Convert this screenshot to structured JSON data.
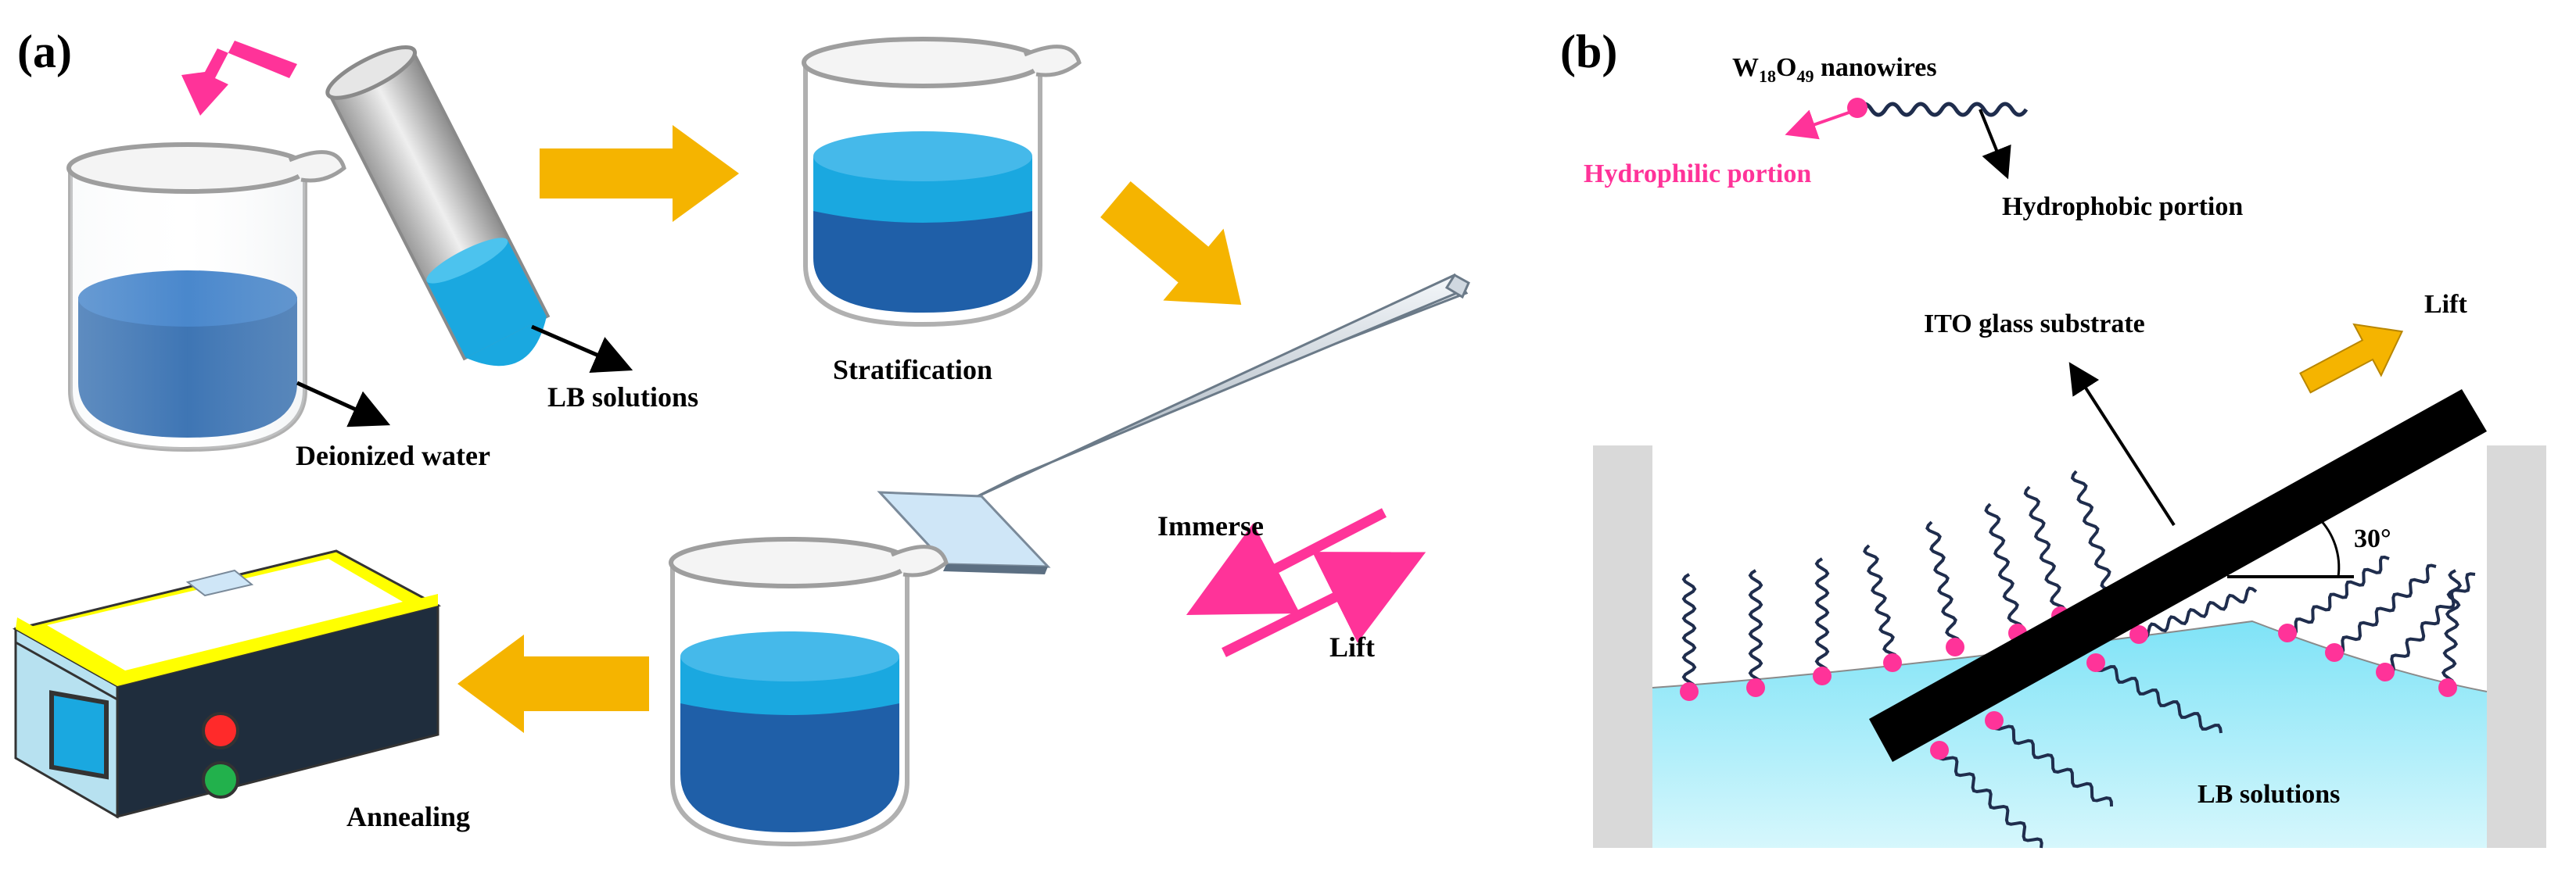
{
  "panel_a": {
    "label": "(a)",
    "deionized_water": "Deionized water",
    "lb_solutions": "LB solutions",
    "stratification": "Stratification",
    "immerse": "Immerse",
    "lift": "Lift",
    "annealing": "Annealing"
  },
  "panel_b": {
    "label": "(b)",
    "nanowires_base": "W",
    "nanowires_sub1": "18",
    "nanowires_mid": "O",
    "nanowires_sub2": "49",
    "nanowires_tail": " nanowires",
    "hydrophilic": "Hydrophilic portion",
    "hydrophobic": "Hydrophobic portion",
    "ito": "ITO glass substrate",
    "lift": "Lift",
    "angle": "30°",
    "lb_solutions": "LB solutions"
  },
  "colors": {
    "water_dark": "#1f5fa8",
    "water_light": "#1aa8e0",
    "process_arrow": "#f5b400",
    "pink": "#ff3399",
    "solution_b": "#a8ecf8",
    "wall": "#d9d9d9",
    "hotplate_top": "#ffff00",
    "hotplate_side": "#b7e1f0"
  }
}
